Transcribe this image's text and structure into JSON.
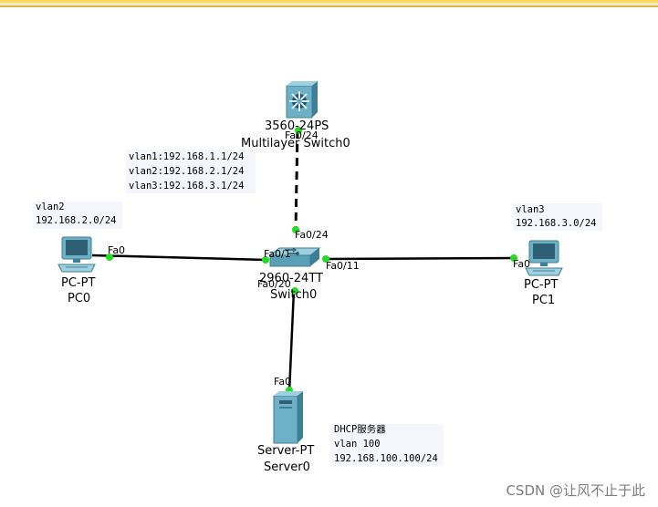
{
  "devices": {
    "ml_switch": {
      "model": "3560-24PS",
      "name": "Multilayer Switch0"
    },
    "switch": {
      "model": "2960-24TT",
      "name": "Switch0"
    },
    "pc0": {
      "model": "PC-PT",
      "name": "PC0"
    },
    "pc1": {
      "model": "PC-PT",
      "name": "PC1"
    },
    "server": {
      "model": "Server-PT",
      "name": "Server0"
    }
  },
  "ports": {
    "ml_fa024": "Fa0/24",
    "sw_fa024": "Fa0/24",
    "sw_fa01": "Fa0/1",
    "sw_fa011": "Fa0/11",
    "sw_fa020": "Fa0/20",
    "pc0_fa0": "Fa0",
    "pc1_fa0": "Fa0",
    "server_fa0": "Fa0"
  },
  "notes": {
    "vlan_if": [
      "vlan1:192.168.1.1/24",
      "vlan2:192.168.2.1/24",
      "vlan3:192.168.3.1/24"
    ],
    "pc0": [
      "vlan2",
      "192.168.2.0/24"
    ],
    "pc1": [
      "vlan3",
      "192.168.3.0/24"
    ],
    "server": [
      "DHCP服务器",
      "vlan 100",
      "192.168.100.100/24"
    ]
  },
  "watermark": "CSDN @让风不止于此",
  "colors": {
    "link": "#000000",
    "port_dot": "#22dd22",
    "device": "#5aa0b4"
  }
}
